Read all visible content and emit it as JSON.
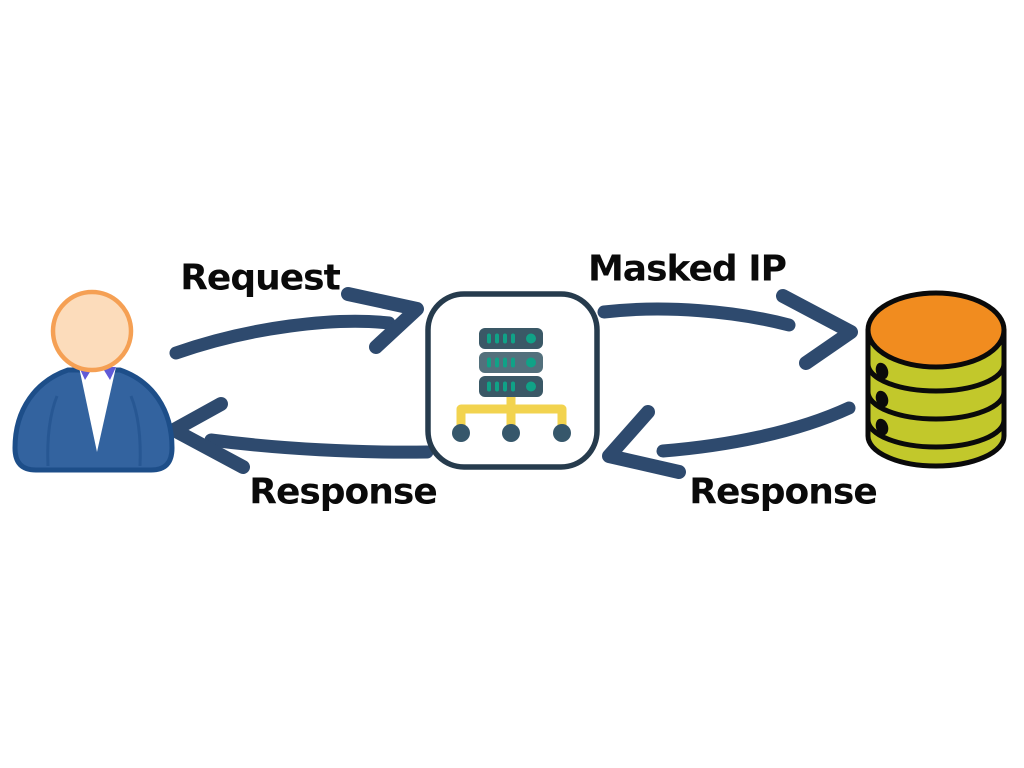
{
  "diagram": {
    "type": "flow-diagram",
    "background": "#ffffff",
    "nodes": [
      {
        "id": "user",
        "icon": "user-icon"
      },
      {
        "id": "proxy-server",
        "icon": "proxy-server-icon"
      },
      {
        "id": "destination-server",
        "icon": "database-icon"
      }
    ],
    "edges": [
      {
        "id": "request",
        "label": "Request",
        "from": "user",
        "to": "proxy-server"
      },
      {
        "id": "masked-ip",
        "label": "Masked IP",
        "from": "proxy-server",
        "to": "destination-server"
      },
      {
        "id": "response-to-user",
        "label": "Response",
        "from": "proxy-server",
        "to": "user"
      },
      {
        "id": "response-to-proxy",
        "label": "Response",
        "from": "destination-server",
        "to": "proxy-server"
      }
    ]
  },
  "colors": {
    "arrow": "#2E4A6E",
    "label_text": "#0a0a0a",
    "person_suit": "#33639F",
    "person_suit_outline": "#1D4E89",
    "person_skin": "#FCDCBB",
    "person_skin_outline": "#F5A054",
    "person_collar": "#5F5AD7",
    "person_shirt": "#FFFFFF",
    "proxy_box_fill": "#FFFFFF",
    "proxy_box_border": "#263B4D",
    "server_unit_dark": "#3A5866",
    "server_unit_light": "#53707C",
    "server_led": "#10A287",
    "server_tree": "#F2D34F",
    "server_node": "#36576B",
    "db_top": "#F18C1F",
    "db_body": "#C2C82B",
    "db_outline": "#0A0A0A"
  }
}
